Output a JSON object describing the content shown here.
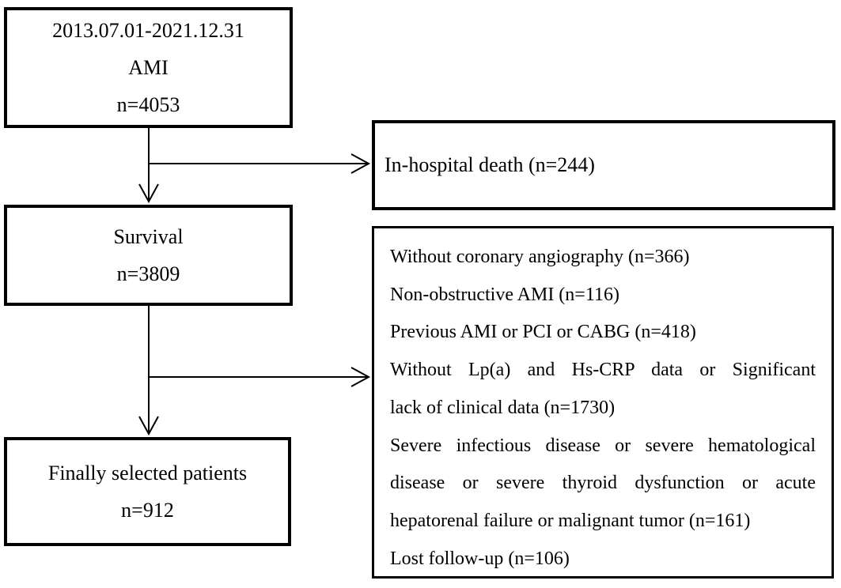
{
  "figure": {
    "kind": "patient-selection-flowchart",
    "background_color": "#ffffff",
    "line_color": "#000000",
    "text_color": "#000000"
  },
  "boxes": {
    "period_ami": {
      "lines": [
        "2013.07.01-2021.12.31",
        "AMI",
        "n=4053"
      ]
    },
    "survival": {
      "lines": [
        "Survival",
        "n=3809"
      ]
    },
    "final_selected": {
      "lines": [
        "Finally selected patients",
        "n=912"
      ]
    },
    "in_hospital_death": {
      "text": "In-hospital death (n=244)"
    },
    "exclusions": {
      "lines": [
        "Without coronary angiography (n=366)",
        "Non-obstructive AMI (n=116)",
        "Previous AMI or PCI or CABG (n=418)",
        "Without Lp(a) and Hs-CRP data or Significant",
        "lack of clinical data (n=1730)",
        "Severe infectious disease or severe hematological",
        "disease or severe thyroid dysfunction or acute",
        "hepatorenal failure or malignant tumor (n=161)",
        "Lost follow-up (n=106)"
      ]
    }
  },
  "connections": [
    {
      "from": "period_ami",
      "to": "survival",
      "style": "arrow-down"
    },
    {
      "from": "period_ami",
      "to": "in_hospital_death",
      "style": "arrow-right-branch"
    },
    {
      "from": "survival",
      "to": "final_selected",
      "style": "arrow-down"
    },
    {
      "from": "survival",
      "to": "exclusions",
      "style": "arrow-right-branch"
    }
  ]
}
